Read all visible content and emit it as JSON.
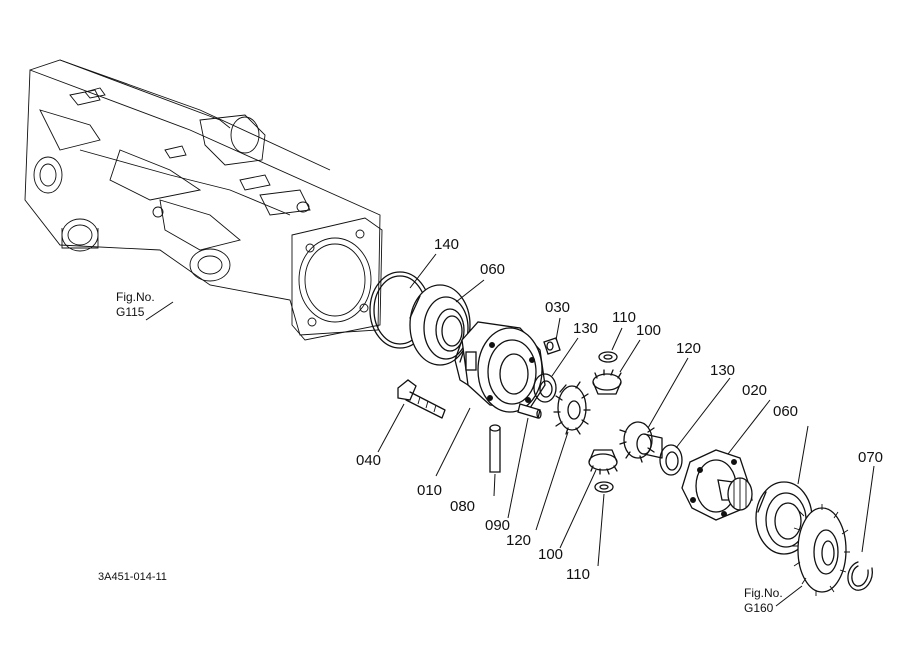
{
  "diagram": {
    "drawing_code": "3A451-014-11",
    "refs": [
      {
        "id": "ref-g115",
        "line1": "Fig.No.",
        "line2": "G115"
      },
      {
        "id": "ref-g160",
        "line1": "Fig.No.",
        "line2": "G160"
      }
    ],
    "callouts": [
      {
        "id": "c140",
        "label": "140"
      },
      {
        "id": "c060a",
        "label": "060"
      },
      {
        "id": "c030",
        "label": "030"
      },
      {
        "id": "c130a",
        "label": "130"
      },
      {
        "id": "c110a",
        "label": "110"
      },
      {
        "id": "c100a",
        "label": "100"
      },
      {
        "id": "c120a",
        "label": "120"
      },
      {
        "id": "c130b",
        "label": "130"
      },
      {
        "id": "c020",
        "label": "020"
      },
      {
        "id": "c060b",
        "label": "060"
      },
      {
        "id": "c070",
        "label": "070"
      },
      {
        "id": "c040",
        "label": "040"
      },
      {
        "id": "c010",
        "label": "010"
      },
      {
        "id": "c080",
        "label": "080"
      },
      {
        "id": "c090",
        "label": "090"
      },
      {
        "id": "c120b",
        "label": "120"
      },
      {
        "id": "c100b",
        "label": "100"
      },
      {
        "id": "c110b",
        "label": "110"
      }
    ]
  }
}
